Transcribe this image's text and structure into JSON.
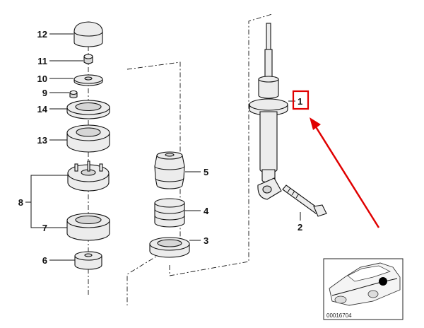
{
  "diagram": {
    "part_numbers": {
      "p1": "1",
      "p2": "2",
      "p3": "3",
      "p4": "4",
      "p5": "5",
      "p6": "6",
      "p7": "7",
      "p8": "8",
      "p9": "9",
      "p10": "10",
      "p11": "11",
      "p12": "12",
      "p13": "13",
      "p14": "14"
    },
    "inset_code": "00016704",
    "highlight_color": "#e00000"
  }
}
